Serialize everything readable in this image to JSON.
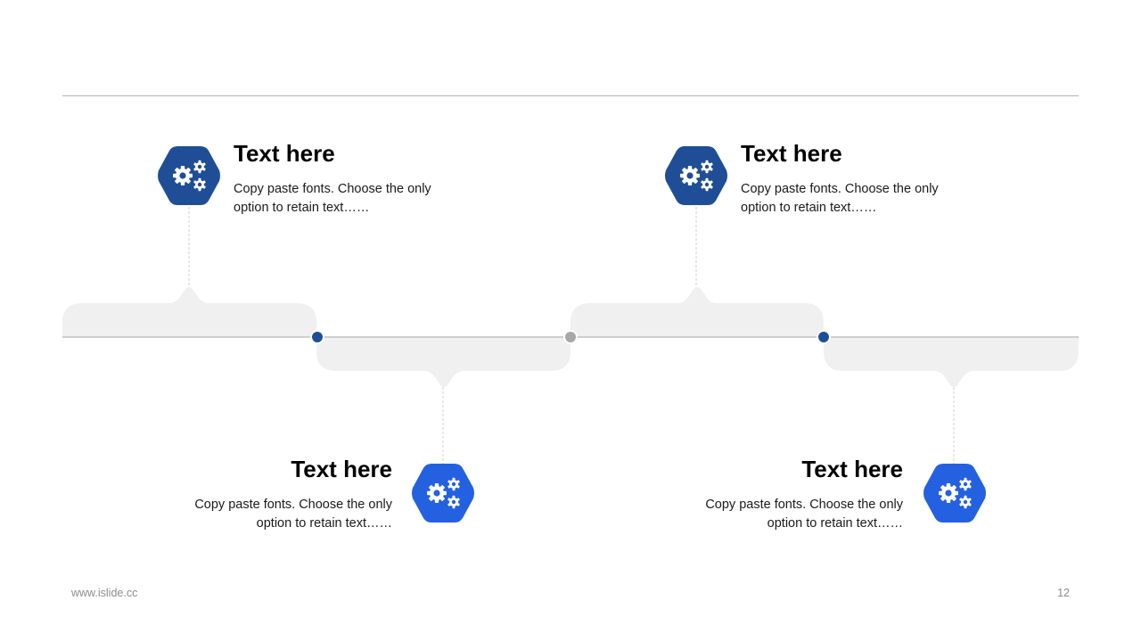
{
  "slide": {
    "footer_url": "www.islide.cc",
    "page_number": "12"
  },
  "colors": {
    "dark_blue": "#1F4E96",
    "bright_blue": "#2461E0",
    "gray_node": "#A8A8A8",
    "tab_fill": "#F0F0F0",
    "axis_line": "#CFCFCF"
  },
  "items": [
    {
      "title": "Text here",
      "body": "Copy paste fonts. Choose the only option to retain text……",
      "icon": "gears-icon",
      "position": "top",
      "color": "dark_blue"
    },
    {
      "title": "Text here",
      "body": "Copy paste fonts. Choose the only option to retain text……",
      "icon": "gears-icon",
      "position": "bottom",
      "color": "bright_blue"
    },
    {
      "title": "Text here",
      "body": "Copy paste fonts. Choose the only option to retain text……",
      "icon": "gears-icon",
      "position": "top",
      "color": "dark_blue"
    },
    {
      "title": "Text here",
      "body": "Copy paste fonts. Choose the only option to retain text……",
      "icon": "gears-icon",
      "position": "bottom",
      "color": "bright_blue"
    }
  ],
  "nodes": [
    {
      "color": "dark_blue"
    },
    {
      "color": "gray_node"
    },
    {
      "color": "dark_blue"
    }
  ]
}
